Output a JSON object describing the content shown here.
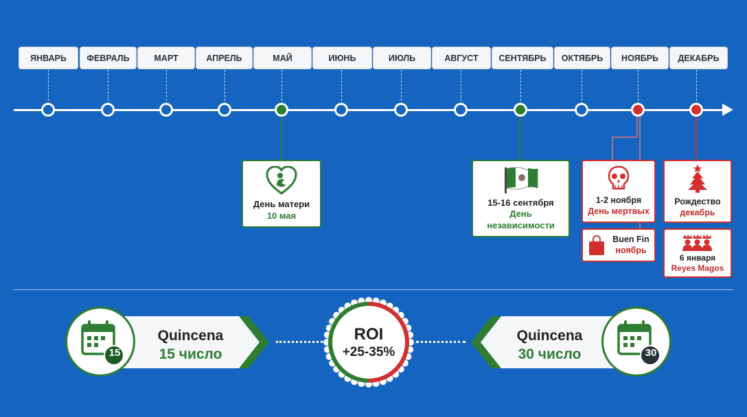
{
  "months": [
    "ЯНВАРЬ",
    "ФЕВРАЛЬ",
    "МАРТ",
    "АПРЕЛЬ",
    "МАЙ",
    "ИЮНЬ",
    "ИЮЛЬ",
    "АВГУСТ",
    "СЕНТЯБРЬ",
    "ОКТЯБРЬ",
    "НОЯБРЬ",
    "ДЕКАБРЬ"
  ],
  "dot_colors": [
    "white",
    "white",
    "white",
    "white",
    "green",
    "white",
    "white",
    "white",
    "green",
    "white",
    "red",
    "red"
  ],
  "events": {
    "mothers_day": {
      "name": "День матери",
      "date": "10 мая",
      "icon": "heart-mother-icon"
    },
    "independence": {
      "date": "15-16 сентября",
      "name_line1": "День",
      "name_line2": "независимости",
      "icon": "mexico-flag-icon"
    },
    "dead": {
      "date": "1-2 ноября",
      "name": "День мертвых",
      "icon": "sugar-skull-icon"
    },
    "buen_fin": {
      "name": "Buen Fin",
      "date": "ноябрь",
      "icon": "shopping-bag-icon"
    },
    "christmas": {
      "name": "Рождество",
      "date": "декабрь",
      "icon": "christmas-tree-icon"
    },
    "reyes": {
      "date": "6 января",
      "name": "Reyes Magos",
      "icon": "three-kings-icon"
    }
  },
  "quincena_left": {
    "title": "Quincena",
    "subtitle": "15 число",
    "badge": "15",
    "icon": "calendar-icon"
  },
  "quincena_right": {
    "title": "Quincena",
    "subtitle": "30 число",
    "badge": "30",
    "icon": "calendar-icon"
  },
  "roi": {
    "title": "ROI",
    "value": "+25-35%"
  },
  "colors": {
    "background": "#1565c0",
    "green": "#2e7d32",
    "red": "#d32f2f",
    "white": "#ffffff"
  }
}
